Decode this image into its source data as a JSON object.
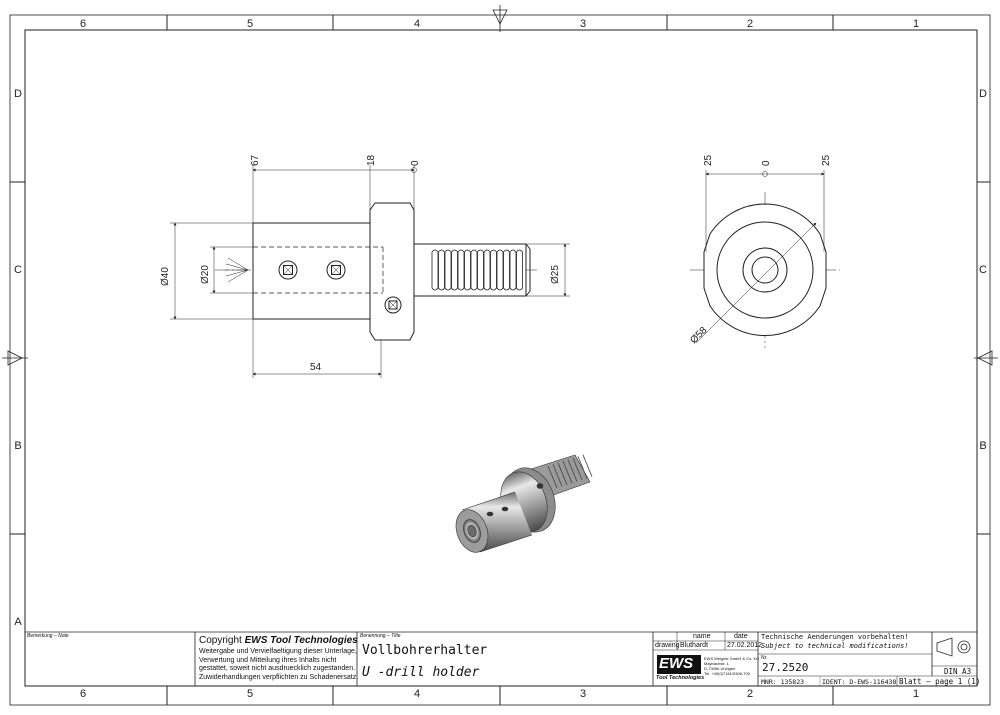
{
  "frame": {
    "columns": [
      "6",
      "5",
      "4",
      "3",
      "2",
      "1"
    ],
    "rows": [
      "D",
      "C",
      "B",
      "A"
    ]
  },
  "dimensions": {
    "len_67": "67",
    "len_18": "18",
    "datum_front": "0",
    "dia_40": "Ø40",
    "dia_20": "Ø20",
    "dia_25": "Ø25",
    "len_54": "54",
    "side_25_left": "25",
    "side_0": "0",
    "side_25_right": "25",
    "dia_58": "Ø58"
  },
  "title_block": {
    "note_label": "Bemerkung – Note",
    "copyright_prefix": "Copyright",
    "copyright_brand": "EWS Tool Technologies",
    "copyright_lines": [
      "Weitergabe und Vervielfaeltigung dieser Unterlage,",
      "Verwertung und Mitteilung ihres Inhalts nicht",
      "gestattet, soweit nicht ausdruecklich zugestanden.",
      "Zuwiderhandlungen verpflichten zu Schadenersatz."
    ],
    "title_label": "Benennung – Title",
    "title_de": "Vollbohrerhalter",
    "title_en": "U -drill holder",
    "col_name": "name",
    "col_date": "date",
    "row_drawing": "drawing",
    "drawn_by": "Bluthardt",
    "drawn_date": "27.02.2012",
    "logo_text": "EWS",
    "logo_sub": "Tool Technologies",
    "company_lines": [
      "EWS Weigele GmbH & Co. KG",
      "Maybachstr. 1",
      "D-73066 Uhingen",
      "Tel. +49(0)7161/9306-700"
    ],
    "notice_de": "Technische Aenderungen vorbehalten!",
    "notice_en": "Subject to technical modifications!",
    "nr_label": "Nr.",
    "part_number": "27.2520",
    "mnr": "MNR: 135823",
    "ident": "IDENT: D-EWS-116438 -",
    "sheet_label": "Blatt – page",
    "sheet_value": "1 (1)",
    "format": "DIN A3"
  }
}
